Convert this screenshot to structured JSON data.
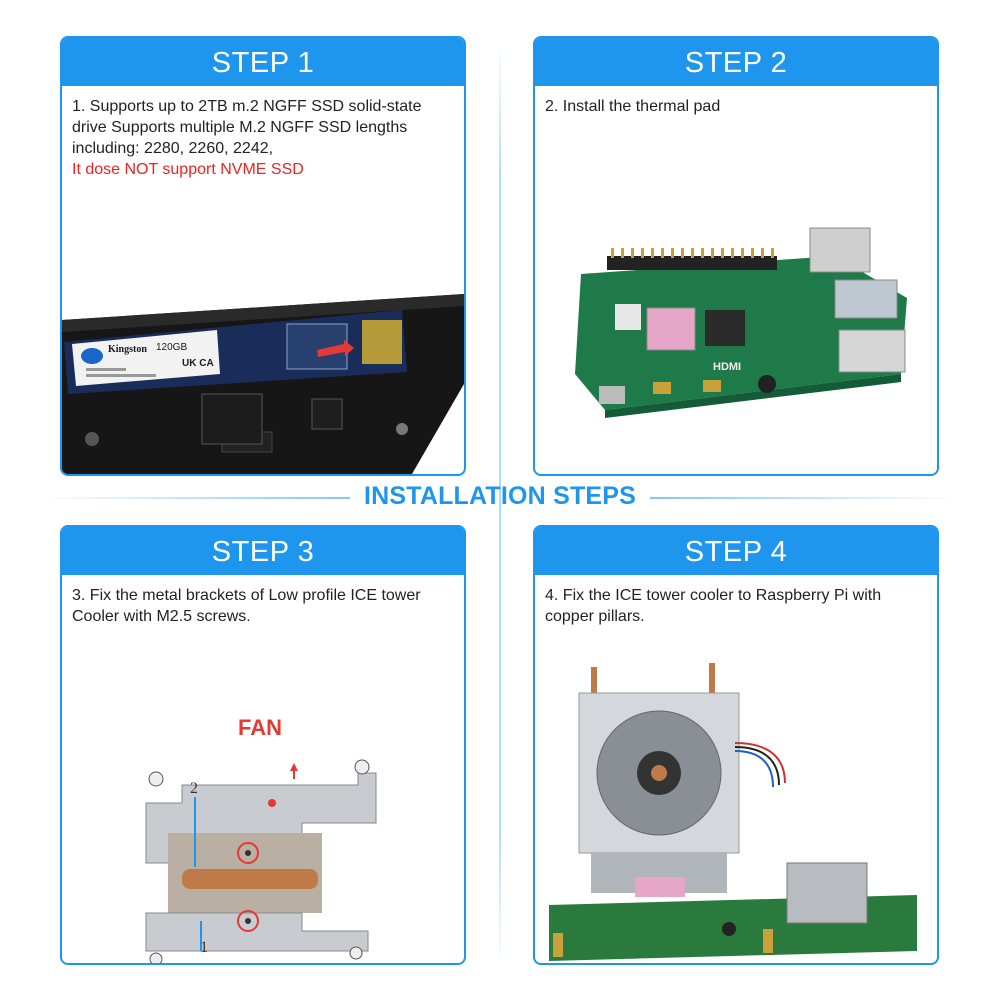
{
  "header": {
    "title": "INSTALLATION STEPS"
  },
  "steps": [
    {
      "label": "STEP 1",
      "text": "1. Supports up to 2TB m.2 NGFF SSD solid-state drive Supports multiple M.2 NGFF SSD lengths including: 2280, 2260, 2242,",
      "warning": "It dose NOT support NVME SSD"
    },
    {
      "label": "STEP 2",
      "text": "2. Install the thermal pad"
    },
    {
      "label": "STEP 3",
      "text": "3. Fix the metal brackets of Low profile ICE tower Cooler with M2.5 screws."
    },
    {
      "label": "STEP 4",
      "text": "4. Fix the ICE tower cooler to Raspberry Pi with copper pillars."
    }
  ],
  "images": {
    "ssd": {
      "brand": "Kingston",
      "capacity": "120GB",
      "marking": "UK CA"
    },
    "board": {
      "marking": "HDMI"
    },
    "bracket": {
      "fan_label": "FAN",
      "marker_top": "2",
      "marker_bottom": "1"
    }
  },
  "colors": {
    "accent": "#1f96ee",
    "warning": "#ee2222",
    "fan_label": "#e53935",
    "board": "#1f7a4a"
  }
}
